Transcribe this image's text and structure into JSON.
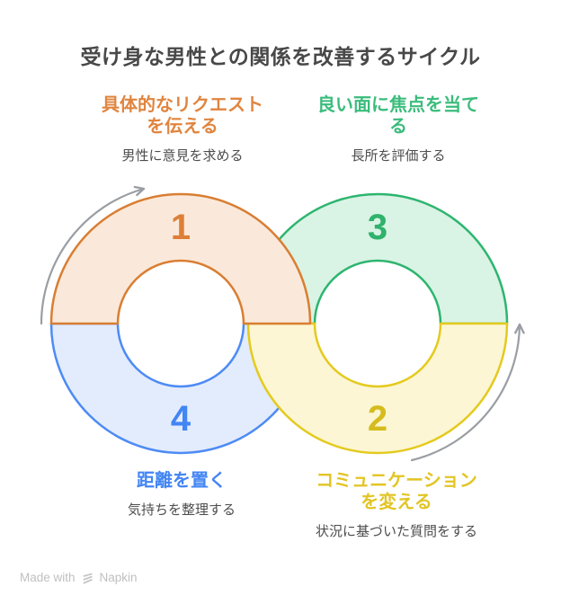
{
  "title": {
    "text": "受け身な男性との関係を改善するサイクル",
    "color": "#484848"
  },
  "steps": [
    {
      "number": "1",
      "position": "top-left",
      "heading": "具体的なリクエストを伝える",
      "heading_lines": [
        "具体的なリクエスト",
        "を伝える"
      ],
      "sub": "男性に意見を求める",
      "accent": "#D97E33",
      "fill": "#FAE9DA",
      "number_color": "#DD7F38",
      "heading_color": "#E0853F"
    },
    {
      "number": "2",
      "position": "bottom-right",
      "heading": "コミュニケーションを変える",
      "heading_lines": [
        "コミュニケーション",
        "を変える"
      ],
      "sub": "状況に基づいた質問をする",
      "accent": "#E4CA1E",
      "fill": "#FCF6D4",
      "number_color": "#D5BC1D",
      "heading_color": "#E2C525"
    },
    {
      "number": "3",
      "position": "top-right",
      "heading": "良い面に焦点を当てる",
      "heading_lines": [
        "良い面に焦点を当て",
        "る"
      ],
      "sub": "長所を評価する",
      "accent": "#2DB56F",
      "fill": "#D9F3E5",
      "number_color": "#2FB26B",
      "heading_color": "#3BBC7C"
    },
    {
      "number": "4",
      "position": "bottom-left",
      "heading": "距離を置く",
      "heading_lines": [
        "距離を置く"
      ],
      "sub": "気持ちを整理する",
      "accent": "#4D8BF5",
      "fill": "#E3ECFC",
      "number_color": "#4285F4",
      "heading_color": "#4285F4"
    }
  ],
  "sub_label_color": "#4D4D4D",
  "arrow_color": "#9A9EA3",
  "watermark": {
    "prefix": "Made with",
    "brand": "Napkin",
    "color": "#BFBFBF"
  }
}
